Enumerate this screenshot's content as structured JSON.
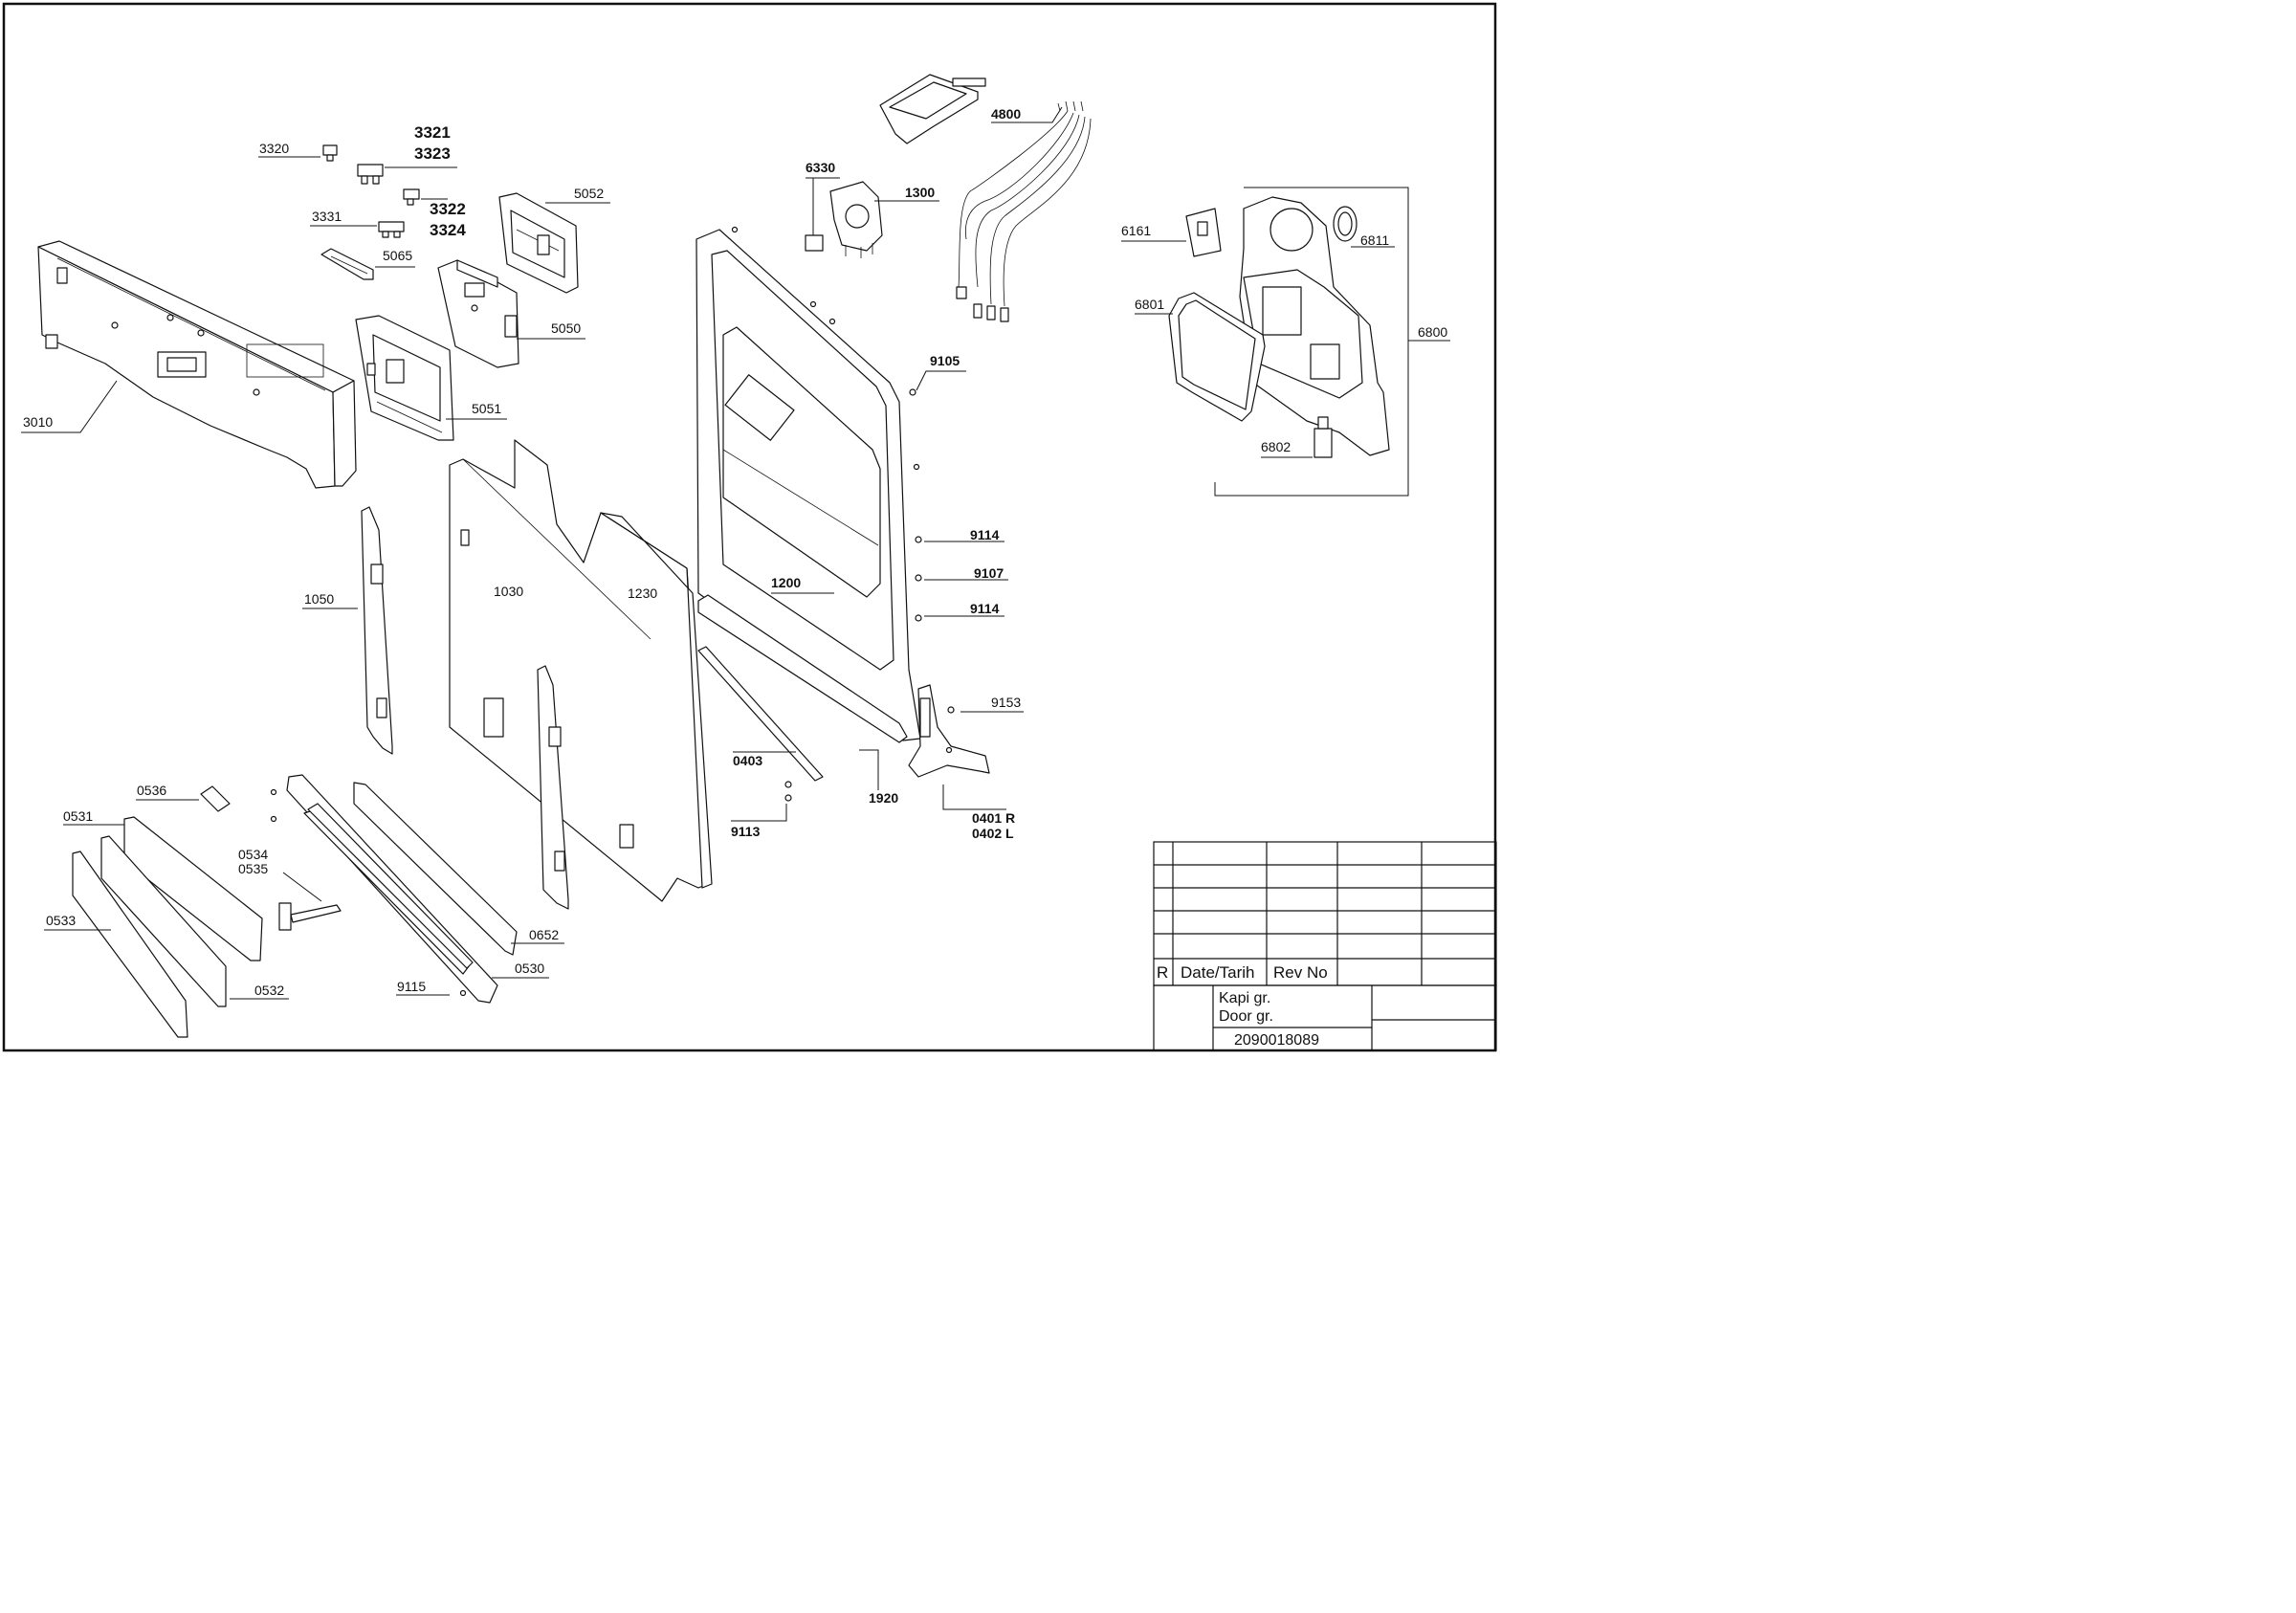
{
  "callouts": {
    "c3320": "3320",
    "c3321": "3321",
    "c3323": "3323",
    "c3322": "3322",
    "c3324": "3324",
    "c3331": "3331",
    "c5052": "5052",
    "c5065": "5065",
    "c5050": "5050",
    "c5051": "5051",
    "c3010": "3010",
    "c4800": "4800",
    "c6330": "6330",
    "c1300": "1300",
    "c6161": "6161",
    "c6811": "6811",
    "c6801": "6801",
    "c6800": "6800",
    "c6802": "6802",
    "c9105": "9105",
    "c9114a": "9114",
    "c9107": "9107",
    "c9114b": "9114",
    "c1200": "1200",
    "c1030": "1030",
    "c1230": "1230",
    "c1050": "1050",
    "c9153": "9153",
    "c0403": "0403",
    "c1920": "1920",
    "c0401": "0401 R",
    "c0402": "0402 L",
    "c9113": "9113",
    "c0536": "0536",
    "c0531": "0531",
    "c0534": "0534",
    "c0535": "0535",
    "c0533": "0533",
    "c0652": "0652",
    "c0530": "0530",
    "c9115": "9115",
    "c0532": "0532"
  },
  "title_block": {
    "rev_marker": "R",
    "date_header": "Date/Tarih",
    "rev_header": "Rev No",
    "group_name_tr": "Kapi gr.",
    "group_name_en": "Door gr.",
    "drawing_number": "2090018089"
  }
}
